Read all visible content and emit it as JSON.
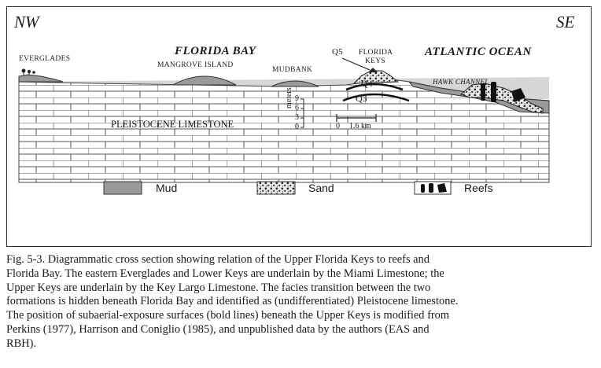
{
  "diagram": {
    "corner_left": "NW",
    "corner_right": "SE",
    "region_florida_bay": "FLORIDA BAY",
    "region_atlantic": "ATLANTIC OCEAN",
    "label_everglades": "EVERGLADES",
    "label_mangrove": "MANGROVE ISLAND",
    "label_mudbank": "MUDBANK",
    "label_q5": "Q5",
    "label_keys_line1": "FLORIDA",
    "label_keys_line2": "KEYS",
    "label_q4": "Q4",
    "label_q3": "Q3",
    "label_hawk_channel": "HAWK CHANNEL",
    "label_limestone": "PLEISTOCENE LIMESTONE",
    "scale_vertical_unit": "meters",
    "scale_vertical_ticks": [
      "9",
      "6",
      "3",
      "0"
    ],
    "scale_horizontal_left": "0",
    "scale_horizontal_right": "1.6 km"
  },
  "legend": {
    "items": [
      {
        "label": "Mud",
        "pattern": "mud"
      },
      {
        "label": "Sand",
        "pattern": "sand"
      },
      {
        "label": "Reefs",
        "pattern": "reefs"
      }
    ]
  },
  "caption": {
    "lines": [
      "Fig. 5-3. Diagrammatic cross section showing relation of the Upper Florida Keys to reefs and",
      "Florida Bay. The eastern Everglades and Lower Keys are underlain by the Miami Limestone; the",
      "Upper Keys are underlain by the Key Largo Limestone. The facies transition between the two",
      "formations is hidden beneath Florida Bay and identified as (undifferentiated) Pleistocene limestone.",
      "The position of subaerial-exposure surfaces (bold lines) beneath the Upper Keys is modified from",
      "Perkins (1977), Harrison and Coniglio (1985), and unpublished data by the authors (EAS and",
      "RBH)."
    ]
  },
  "colors": {
    "water": "#d6d6d6",
    "mud": "#9a9a9a",
    "brick_line": "#555555",
    "ink": "#1a1a1a"
  }
}
